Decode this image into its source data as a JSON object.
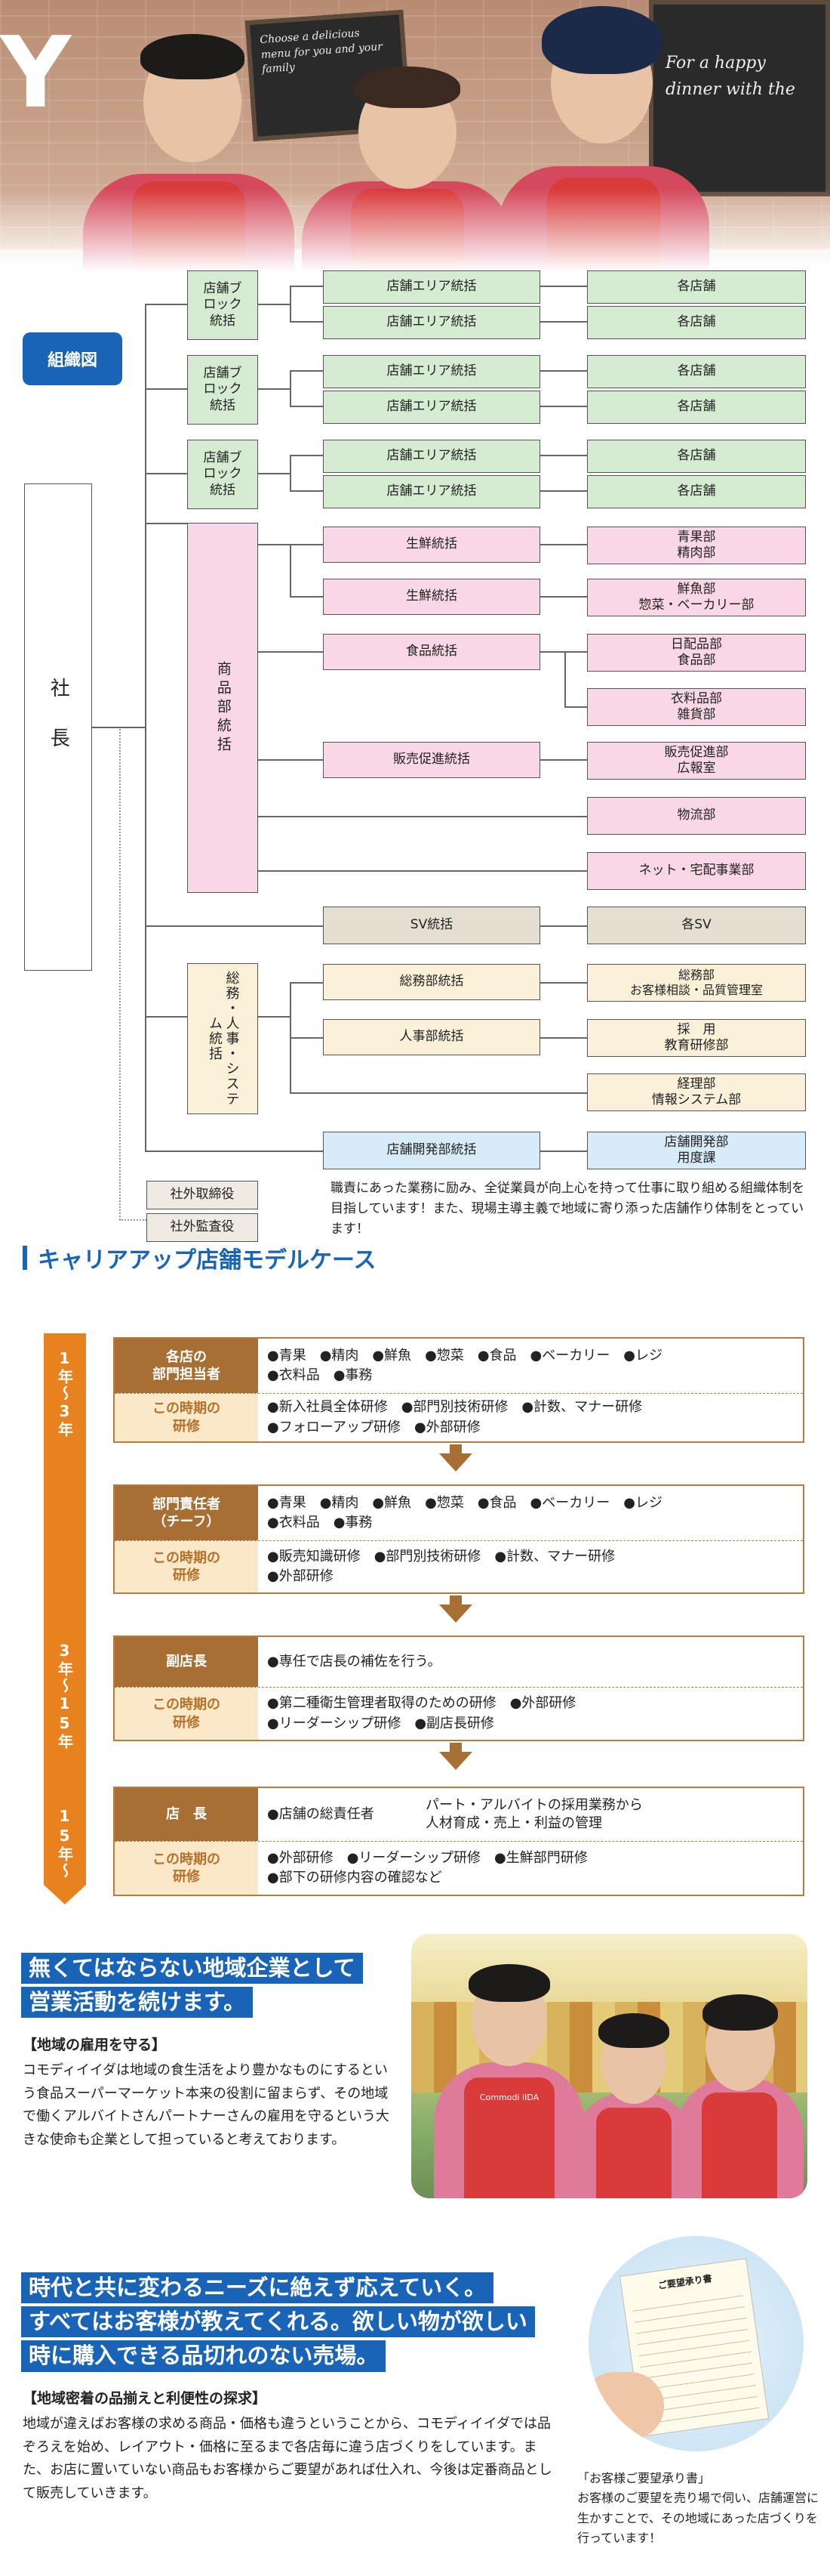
{
  "hero": {
    "blackboard_left": "Choose a delicious menu for you and your family",
    "blackboard_right": "For a happy dinner with the",
    "apron_brand": "Commodi IIDA"
  },
  "org": {
    "tag": "組織図",
    "president": "社長",
    "store_blocks": [
      {
        "label": "店舗ブロック統括",
        "area1": "店舗エリア統括",
        "area2": "店舗エリア統括",
        "store1": "各店舗",
        "store2": "各店舗"
      },
      {
        "label": "店舗ブロック統括",
        "area1": "店舗エリア統括",
        "area2": "店舗エリア統括",
        "store1": "各店舗",
        "store2": "各店舗"
      },
      {
        "label": "店舗ブロック統括",
        "area1": "店舗エリア統括",
        "area2": "店舗エリア統括",
        "store1": "各店舗",
        "store2": "各店舗"
      }
    ],
    "merch": {
      "label": "商品部統括",
      "fresh1": "生鮮統括",
      "fresh1_depts": "青果部\n精肉部",
      "fresh2": "生鮮統括",
      "fresh2_depts": "鮮魚部\n惣菜・ベーカリー部",
      "grocery": "食品統括",
      "grocery_depts": "日配品部\n食品部",
      "clothing_depts": "衣料品部\n雑貨部",
      "sales_promo": "販売促進統括",
      "sales_promo_depts": "販売促進部\n広報室",
      "logistics": "物流部",
      "net": "ネット・宅配事業部"
    },
    "sv": {
      "label": "SV統括",
      "sub": "各SV"
    },
    "admin": {
      "label": "総務・人事・システム統括",
      "general": "総務部統括",
      "general_depts": "総務部\nお客様相談・品質管理室",
      "hr": "人事部統括",
      "hr_depts": "採　用\n教育研修部",
      "accounting": "経理部\n情報システム部"
    },
    "dev": {
      "label": "店舗開発部統括",
      "sub": "店舗開発部\n用度課"
    },
    "outside_director": "社外取締役",
    "outside_auditor": "社外監査役",
    "description": "職責にあった業務に励み、全従業員が向上心を持って仕事に取り組める組織体制を目指しています！また、現場主導主義で地域に寄り添った店舗作り体制をとっています！"
  },
  "career": {
    "title": "キャリアアップ店舗モデルケース",
    "years": [
      "1年〜3年",
      "3年〜15年",
      "15年〜"
    ],
    "stages": [
      {
        "role": "各店の\n部門担当者",
        "duty": "●青果　●精肉　●鮮魚　●惣菜　●食品　●ベーカリー　●レジ\n●衣料品　●事務",
        "train_label": "この時期の\n研修",
        "training": "●新入社員全体研修　●部門別技術研修　●計数、マナー研修\n●フォローアップ研修　●外部研修"
      },
      {
        "role": "部門責任者\n（チーフ）",
        "duty": "●青果　●精肉　●鮮魚　●惣菜　●食品　●ベーカリー　●レジ\n●衣料品　●事務",
        "train_label": "この時期の\n研修",
        "training": "●販売知識研修　●部門別技術研修　●計数、マナー研修\n●外部研修"
      },
      {
        "role": "副店長",
        "duty": "●専任で店長の補佐を行う。",
        "train_label": "この時期の\n研修",
        "training": "●第二種衛生管理者取得のための研修　●外部研修\n●リーダーシップ研修　●副店長研修"
      },
      {
        "role": "店　長",
        "duty": "●店舗の総責任者",
        "duty_extra": "パート・アルバイトの採用業務から\n人材育成・売上・利益の管理",
        "train_label": "この時期の\n研修",
        "training": "●外部研修　●リーダーシップ研修　●生鮮部門研修\n●部下の研修内容の確認など"
      }
    ]
  },
  "section1": {
    "headline_line1": "無くてはならない地域企業として",
    "headline_line2": "営業活動を続けます。",
    "subheading": "【地域の雇用を守る】",
    "body": "コモディイイダは地域の食生活をより豊かなものにするという食品スーパーマーケット本来の役割に留まらず、その地域で働くアルバイトさんパートナーさんの雇用を守るという大きな使命も企業として担っていると考えております。"
  },
  "section2": {
    "headline_line1": "時代と共に変わるニーズに絶えず応えていく。",
    "headline_line2": "すべてはお客様が教えてくれる。欲しい物が欲しい",
    "headline_line3": "時に購入できる品切れのない売場。",
    "subheading": "【地域密着の品揃えと利便性の探求】",
    "body": "地域が違えばお客様の求める商品・価格も違うということから、コモディイイダでは品ぞろえを始め、レイアウト・価格に至るまで各店毎に違う店づくりをしています。また、お店に置いていない商品もお客様からご要望があれば仕入れ、今後は定番商品として販売していきます。",
    "caption": "「お客様ご要望承り書」\nお客様のご要望を売り場で伺い、店舗運営に生かすことで、その地域にあった店づくりを行っています！",
    "paper_title": "ご要望承り書"
  }
}
